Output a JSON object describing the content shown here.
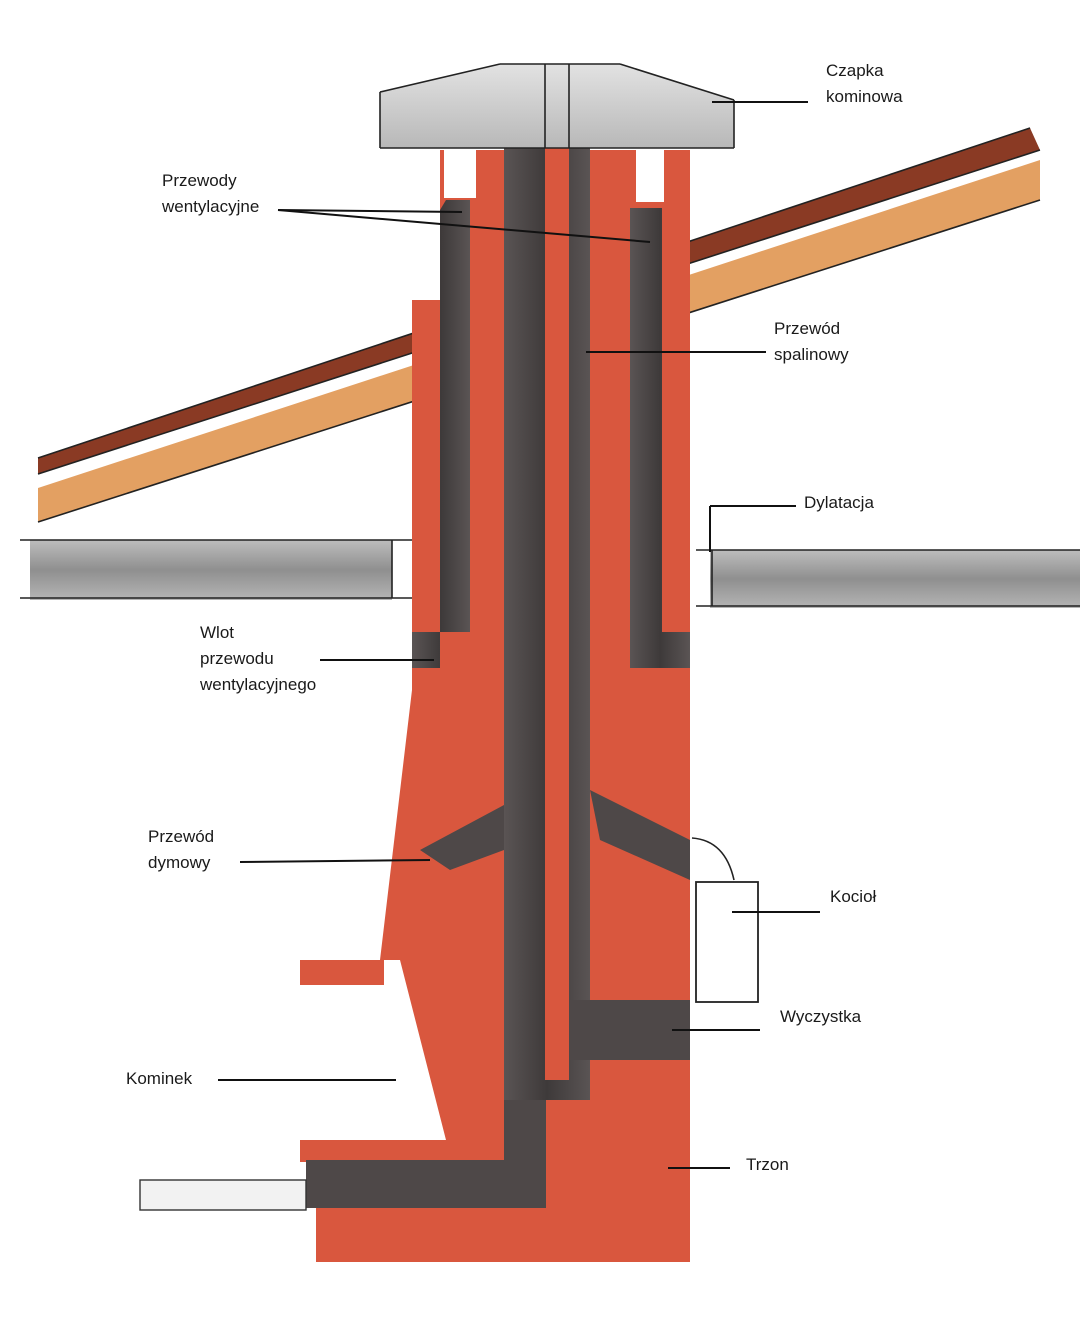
{
  "labels": {
    "chimney_cap": [
      "Czapka",
      "kominowa"
    ],
    "ventilation_ducts": [
      "Przewody",
      "wentylacyjne"
    ],
    "flue_duct": [
      "Przewód",
      "spalinowy"
    ],
    "expansion_joint": [
      "Dylatacja"
    ],
    "ventilation_inlet": [
      "Wlot",
      "przewodu",
      "wentylacyjnego"
    ],
    "smoke_duct": [
      "Przewód",
      "dymowy"
    ],
    "boiler": [
      "Kocioł"
    ],
    "cleanout": [
      "Wyczystka"
    ],
    "fireplace": [
      "Kominek"
    ],
    "stack": [
      "Trzon"
    ]
  },
  "colors": {
    "brick": "#d9573e",
    "brick_dark": "#b9432f",
    "duct": "#4a4545",
    "cap": "#c9c9c9",
    "slab": "#a9a9a9",
    "roof_rafter": "#e3a062",
    "roof_cover": "#8a3a24"
  }
}
